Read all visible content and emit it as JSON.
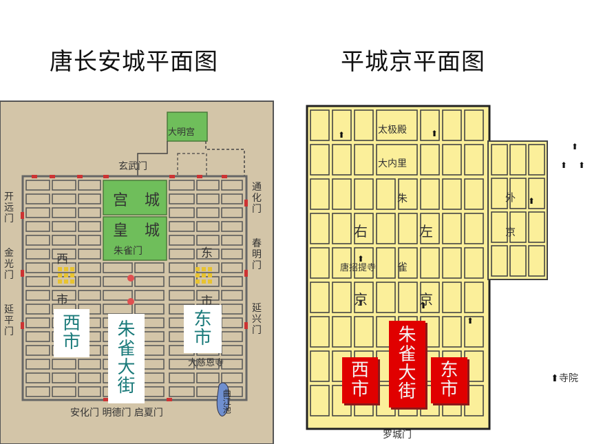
{
  "titles": {
    "left": "唐长安城平面图",
    "right": "平城京平面图"
  },
  "changan": {
    "palace_daming": "大明宫",
    "gate_xuanwu": "玄武门",
    "palace_city": [
      "宫",
      "城"
    ],
    "imperial_city": [
      "皇",
      "城"
    ],
    "gate_zhuque": "朱雀门",
    "west_market_small": [
      "西",
      "市"
    ],
    "east_market_small": [
      "东",
      "市"
    ],
    "west_gates": [
      "开远门",
      "金光门",
      "延平门"
    ],
    "east_gates": [
      "通化门",
      "春明门",
      "延兴门"
    ],
    "south_gates": "安化门 明德门 启夏门",
    "temple": "大慈恩寺",
    "lake": "曲江池",
    "box_west_market": [
      "西",
      "市"
    ],
    "box_zhuque_street": [
      "朱",
      "雀",
      "大",
      "街"
    ],
    "box_east_market": [
      "东",
      "市"
    ]
  },
  "heijo": {
    "daigokuden": "太极殿",
    "dainairi": "大内里",
    "zhu": "朱",
    "right_you": "右",
    "left_zuo": "左",
    "que": "雀",
    "jing_left": "京",
    "jing_right": "京",
    "temple_tang": "唐招提寺",
    "outer": "外",
    "outer_jing": "京",
    "rajomon": "罗城门",
    "legend": "寺院",
    "box_west_market": [
      "西",
      "市"
    ],
    "box_zhuque_street": [
      "朱",
      "雀",
      "大",
      "街"
    ],
    "box_east_market": [
      "东",
      "市"
    ]
  }
}
